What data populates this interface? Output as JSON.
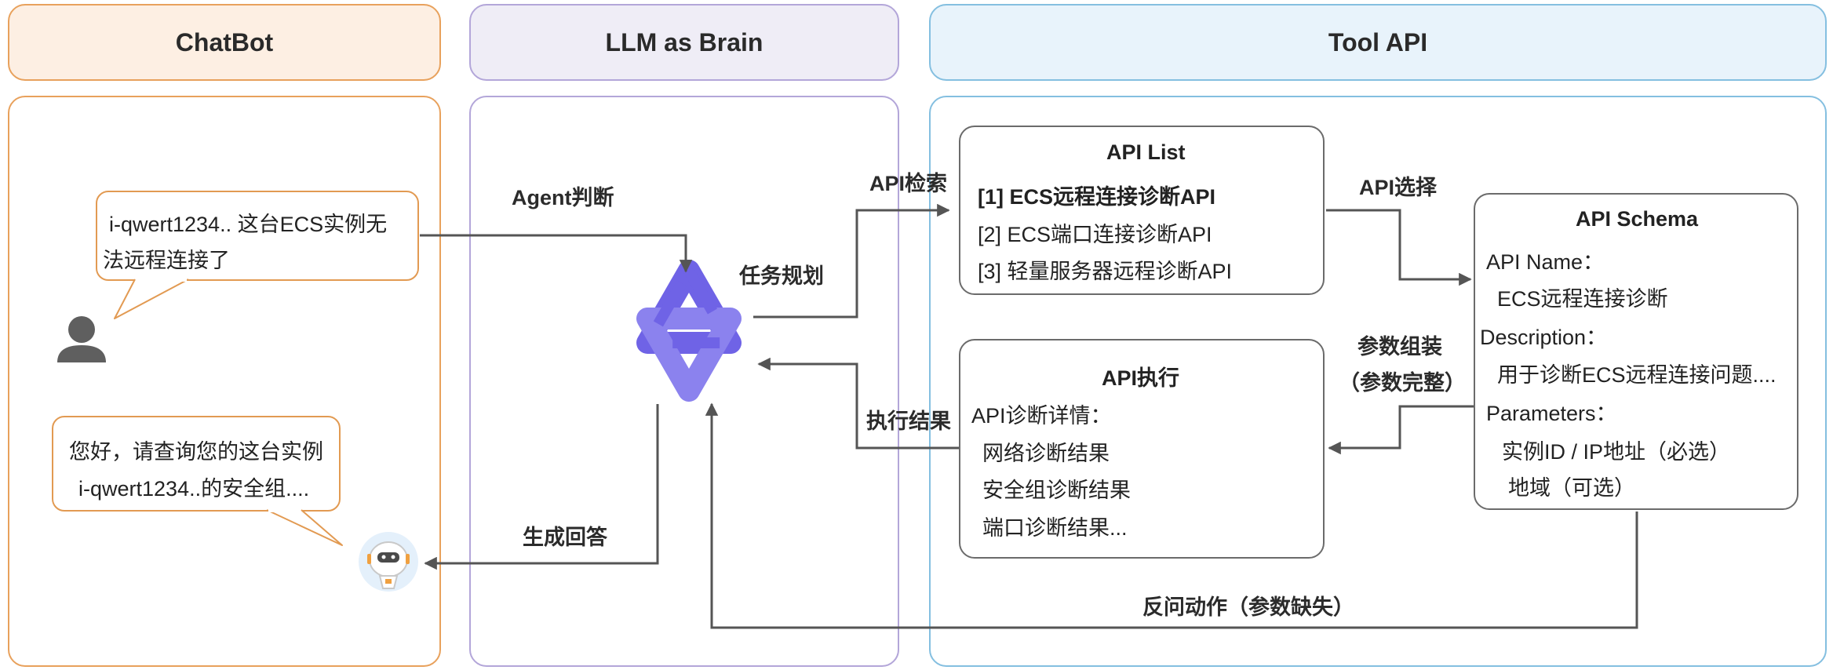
{
  "headers": {
    "chatbot": "ChatBot",
    "llm": "LLM as Brain",
    "tool": "Tool API"
  },
  "chat": {
    "user_line1": "i-qwert1234.. 这台ECS实例无",
    "user_line2": "法远程连接了",
    "bot_line1": "您好，请查询您的这台实例",
    "bot_line2": "i-qwert1234..的安全组...."
  },
  "labels": {
    "agent_judge": "Agent判断",
    "task_plan": "任务规划",
    "api_search": "API检索",
    "api_select": "API选择",
    "param_assemble_1": "参数组装",
    "param_assemble_2": "（参数完整）",
    "exec_result": "执行结果",
    "gen_answer": "生成回答",
    "reverse_ask": "反问动作（参数缺失）"
  },
  "api_list": {
    "title": "API List",
    "items": [
      "[1] ECS远程连接诊断API",
      "[2] ECS端口连接诊断API",
      "[3] 轻量服务器远程诊断API"
    ]
  },
  "api_exec": {
    "title": "API执行",
    "detail_label": "API诊断详情：",
    "items": [
      "网络诊断结果",
      "安全组诊断结果",
      "端口诊断结果..."
    ]
  },
  "api_schema": {
    "title": "API Schema",
    "name_label": "API Name：",
    "name_value": "ECS远程连接诊断",
    "desc_label": "Description：",
    "desc_value": "用于诊断ECS远程连接问题....",
    "params_label": "Parameters：",
    "param_1": "实例ID  / IP地址（必选）",
    "param_2": "地域（可选）"
  },
  "colors": {
    "chatbot_border": "#e8a15c",
    "chatbot_fill": "#fdefe3",
    "llm_border": "#b3a6d9",
    "llm_fill": "#efedf6",
    "tool_border": "#84bfe0",
    "tool_fill": "#e8f3fb",
    "logo": "#6f63e6"
  }
}
